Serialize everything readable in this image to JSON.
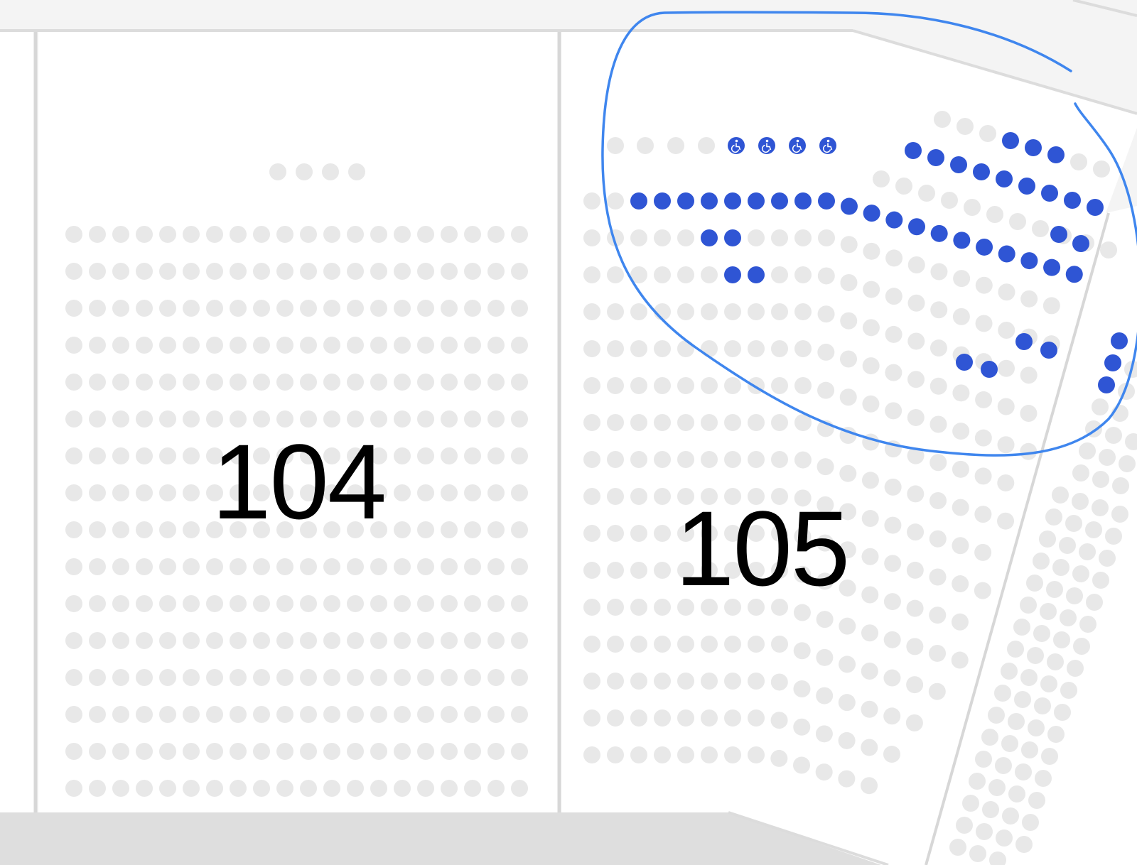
{
  "sections": [
    {
      "id": "104",
      "label": "104"
    },
    {
      "id": "105",
      "label": "105"
    }
  ],
  "seat_states": {
    "available_color": "#2f55d4",
    "unavailable_color": "#e8e8e8",
    "accessible_icon": "wheelchair-icon"
  },
  "colors": {
    "background": "#f4f4f4",
    "section_fill": "#ffffff",
    "divider": "#d7d7d7",
    "concourse": "#dedede",
    "selection_outline": "#3f86ee"
  },
  "annotation": {
    "type": "freehand-lasso",
    "icon": "lasso-outline"
  }
}
